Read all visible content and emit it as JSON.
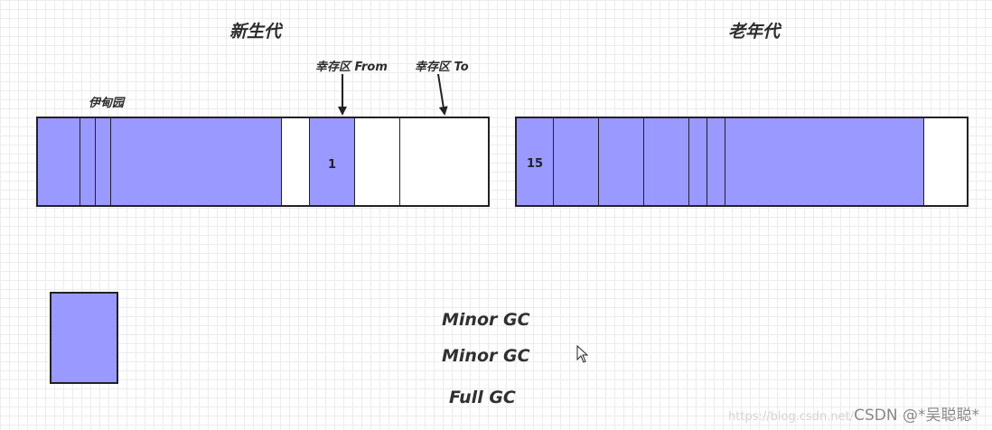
{
  "headings": {
    "young_generation": "新生代",
    "old_generation": "老年代"
  },
  "labels": {
    "eden": "伊甸园",
    "survivor_from": "幸存区 From",
    "survivor_to": "幸存区 To"
  },
  "cells": {
    "survivor_from_value": "1",
    "old_first_value": "15"
  },
  "gc_events": [
    "Minor GC",
    "Minor GC",
    "Full GC"
  ],
  "watermark": {
    "faint": "https://blog.csdn.net/",
    "text": "CSDN @*吴聪聪*"
  },
  "colors": {
    "fill": "#9999ff",
    "border": "#222222"
  }
}
